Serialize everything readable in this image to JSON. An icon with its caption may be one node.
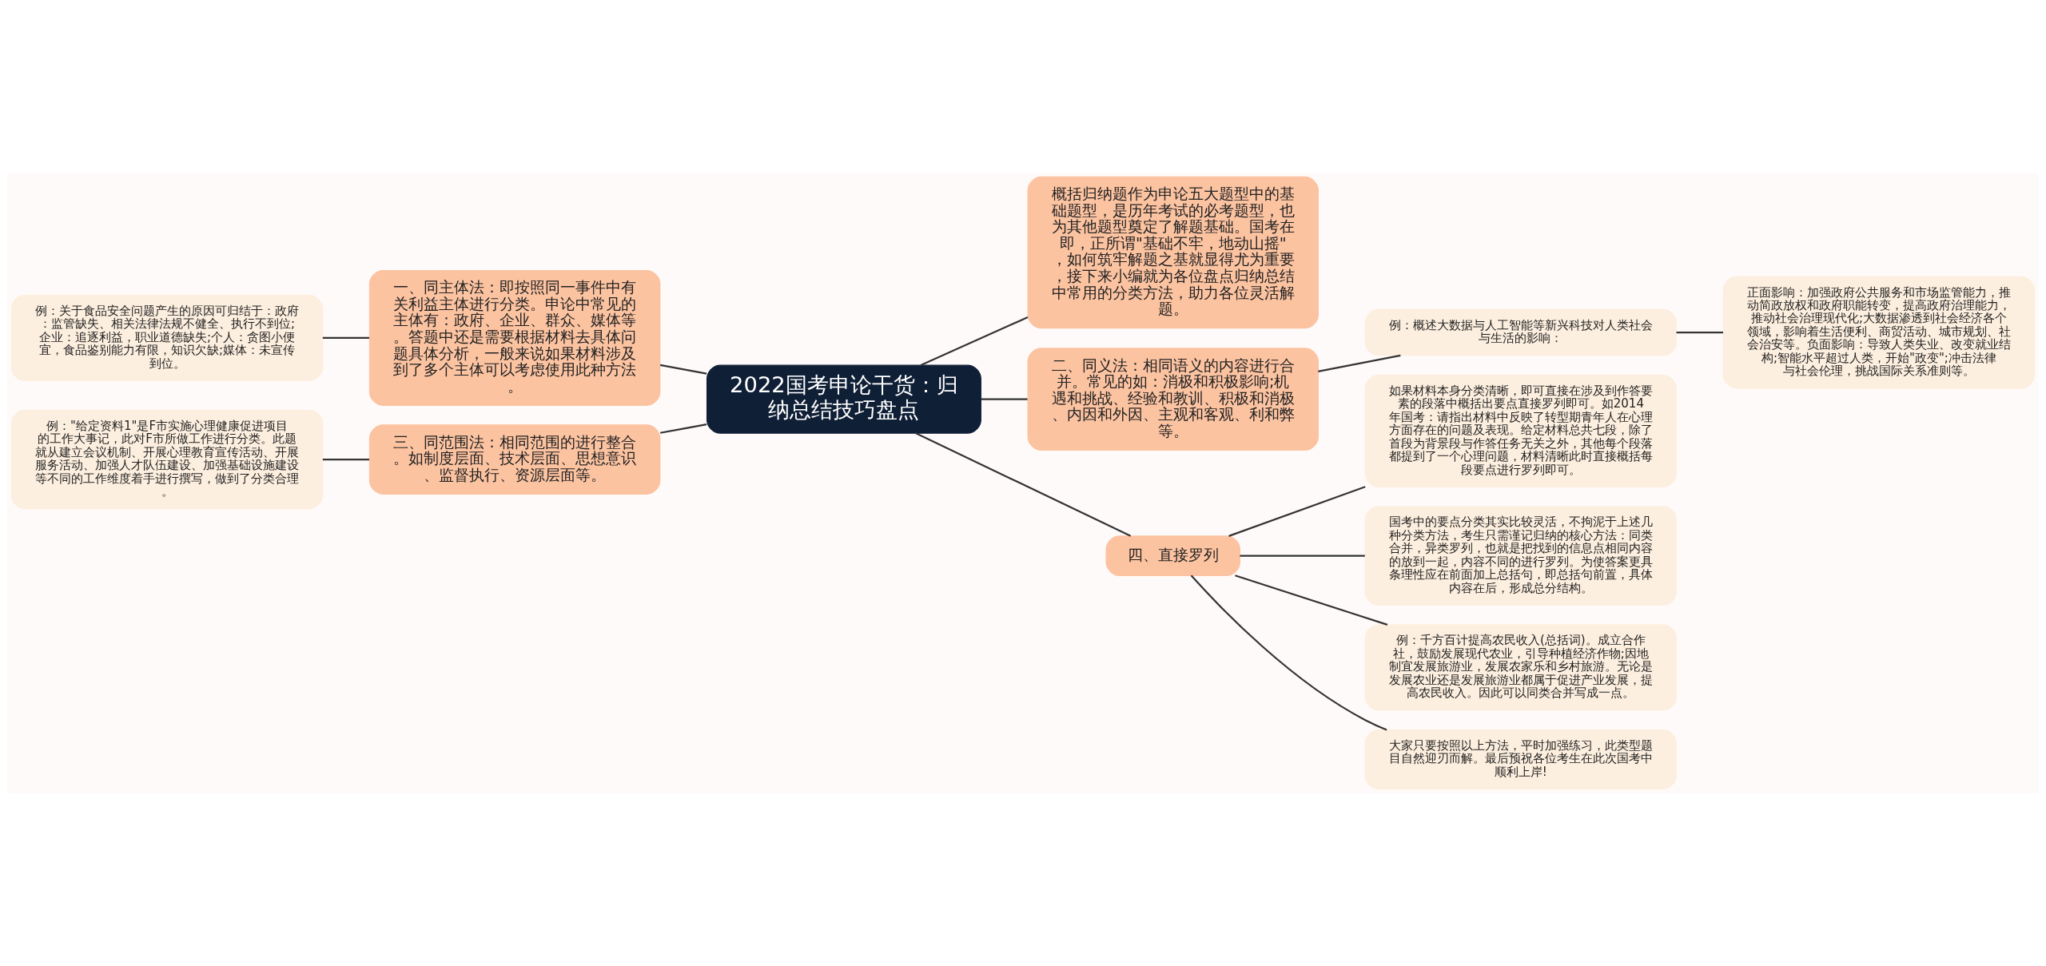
{
  "diagram": {
    "nodes": [
      {
        "text": [
          "2022国考申论干货：归纳总结技巧盘点"
        ]
      },
      {
        "text": [
          "概括归纳题作为申论五大题型中的基础题型，是历年考试的必考题型，也为其他题型奠定了解题基础。国考在即，正所谓\"基础不牢，地动山摇\"，如何筑牢解题之基就显得尤为重要，接下来小编就为各位盘点归纳总结中常用的分类方法，助力各位灵活解题。"
        ]
      },
      {
        "text": [
          "一、同主体法：即按照同一事件中有关利益主体进行分类。申论中常见的主体有：政府、企业、群众、媒体等。答题中还是需要根据材料去具体问题具体分析，一般来说如果材料涉及到了多个主体可以考虑使用此种方法。"
        ]
      },
      {
        "text": [
          "例：关于食品安全问题产生的原因可归结于：政府：监管缺失、相关法律法规不健全、执行不到位;企业：追逐利益，职业道德缺失;个人：贪图小便宜，食品鉴别能力有限，知识欠缺;媒体：未宣传到位。"
        ]
      },
      {
        "text": [
          "二、同义法：相同语义的内容进行合并。常见的如：消极和积极影响;机遇和挑战、经验和教训、积极和消极、内因和外因、主观和客观、利和弊等。"
        ]
      },
      {
        "text": [
          "例：概述大数据与人工智能等新兴科技对人类社会与生活的影响："
        ]
      },
      {
        "text": [
          "正面影响：加强政府公共服务和市场监管能力，推动简政放权和政府职能转变，提高政府治理能力，推动社会治理现代化;大数据渗透到社会经济各个领域，影响着生活便利、商贸活动、城市规划、社会治安等。负面影响：导致人类失业、改变就业结构;智能水平超过人类，开始\"政变\";冲击法律与社会伦理，挑战国际关系准则等。"
        ]
      },
      {
        "text": [
          "三、同范围法：相同范围的进行整合。如制度层面、技术层面、思想意识、监督执行、资源层面等。"
        ]
      },
      {
        "text": [
          "例：\"给定资料1\"是F市实施心理健康促进项目的工作大事记，此对F市所做工作进行分类。此题就从建立会议机制、开展心理教育宣传活动、开展服务活动、加强人才队伍建设、加强基础设施建设等不同的工作维度着手进行撰写，做到了分类合理。"
        ]
      },
      {
        "text": [
          "四、直接罗列"
        ]
      },
      {
        "text": [
          "如果材料本身分类清晰，即可直接在涉及到作答要素的段落中概括出要点直接罗列即可。如2014年国考：请指出材料中反映了转型期青年人在心理方面存在的问题及表现。给定材料总共七段，除了首段为背景段与作答任务无关之外，其他每个段落都提到了一个心理问题，材料清晰此时直接概括每段要点进行罗列即可。"
        ]
      },
      {
        "text": [
          "国考中的要点分类其实比较灵活，不拘泥于上述几种分类方法，考生只需谨记归纳的核心方法：同类合并，异类罗列，也就是把找到的信息点相同内容的放到一起，内容不同的进行罗列。为使答案更具条理性应在前面加上总括句，即总括句前置，具体内容在后，形成总分结构。"
        ]
      },
      {
        "text": [
          "例：千方百计提高农民收入(总括词)。成立合作社，鼓励发展现代农业，引导种植经济作物;因地制宜发展旅游业，发展农家乐和乡村旅游。无论是发展农业还是发展旅游业都属于促进产业发展，提高农民收入。因此可以同类合并写成一点。"
        ]
      },
      {
        "text": [
          "大家只要按照以上方法，平时加强练习，此类型题目自然迎刃而解。最后预祝各位考生在此次国考中顺利上岸!"
        ]
      }
    ],
    "edges": [
      {
        "from": 0,
        "to": 1,
        "arrow": "none"
      },
      {
        "from": 0,
        "to": 2,
        "arrow": "none"
      },
      {
        "from": 2,
        "to": 3,
        "arrow": "none"
      },
      {
        "from": 0,
        "to": 4,
        "arrow": "none"
      },
      {
        "from": 4,
        "to": 5,
        "arrow": "none"
      },
      {
        "from": 5,
        "to": 6,
        "arrow": "none"
      },
      {
        "from": 0,
        "to": 7,
        "arrow": "none"
      },
      {
        "from": 7,
        "to": 8,
        "arrow": "none"
      },
      {
        "from": 0,
        "to": 9,
        "arrow": "none"
      },
      {
        "from": 9,
        "to": 10,
        "arrow": "none"
      },
      {
        "from": 9,
        "to": 11,
        "arrow": "none"
      },
      {
        "from": 9,
        "to": 12,
        "arrow": "none"
      },
      {
        "from": 9,
        "to": 13,
        "arrow": "none"
      }
    ]
  }
}
